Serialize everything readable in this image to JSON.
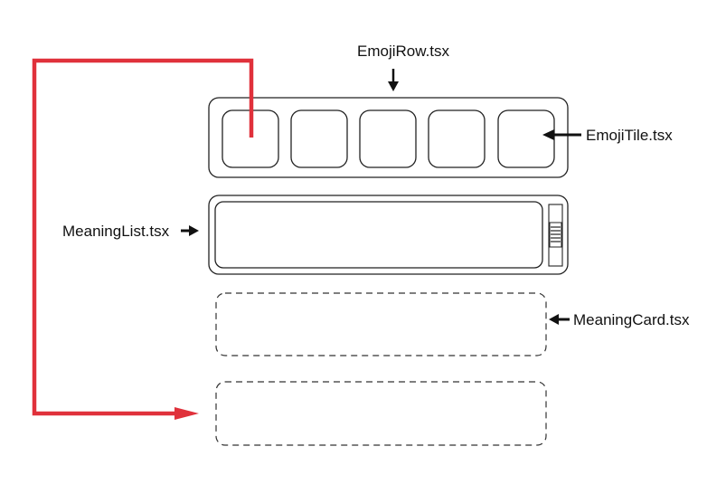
{
  "labels": {
    "emoji_row": "EmojiRow.tsx",
    "emoji_tile": "EmojiTile.tsx",
    "meaning_list": "MeaningList.tsx",
    "meaning_card": "MeaningCard.tsx"
  },
  "emoji_row": {
    "tile_count": 5
  },
  "colors": {
    "stroke": "#222222",
    "dashed_stroke": "#333333",
    "arrow": "#111111",
    "flow_line": "#e0313b"
  }
}
